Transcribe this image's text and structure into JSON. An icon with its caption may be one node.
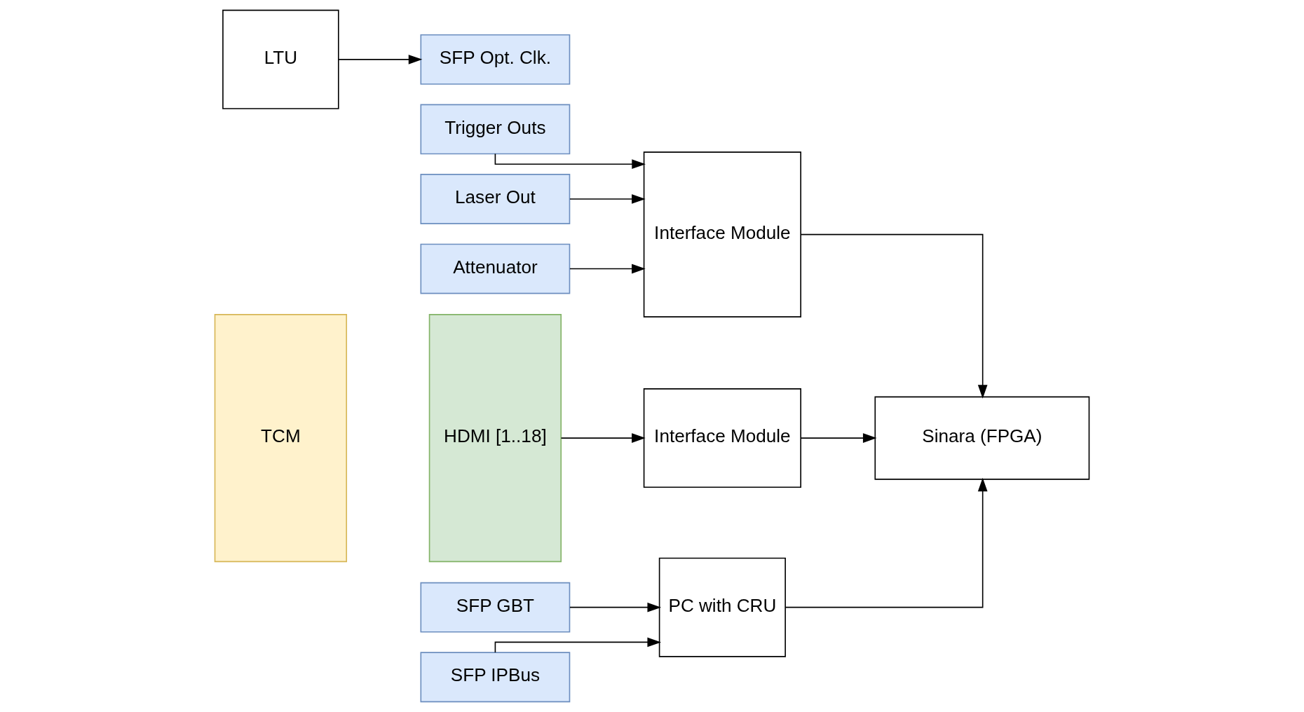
{
  "diagram": {
    "nodes": [
      {
        "text": [
          "PC with CRU"
        ]
      },
      {
        "text": [
          "LTU"
        ]
      },
      {
        "text": [
          "Interface Module"
        ]
      },
      {
        "text": [
          "SFP GBT"
        ]
      },
      {
        "text": [
          "SFP IPBus"
        ]
      },
      {
        "text": [
          "SFP Opt. Clk."
        ]
      },
      {
        "text": [
          "Trigger Outs"
        ]
      },
      {
        "text": [
          "Laser Out"
        ]
      },
      {
        "text": [
          "Attenuator"
        ]
      },
      {
        "text": [
          "TCM"
        ]
      },
      {
        "text": [
          "HDMI [1..18]"
        ]
      },
      {
        "text": [
          "Interface Module"
        ]
      },
      {
        "text": [
          "Sinara (FPGA)"
        ]
      }
    ],
    "edges": [
      {
        "from": 3,
        "to": 0,
        "arrow": "to"
      },
      {
        "from": 4,
        "to": 0,
        "arrow": "to"
      },
      {
        "from": 1,
        "to": 5,
        "arrow": "to"
      },
      {
        "from": 6,
        "to": 2,
        "arrow": "to"
      },
      {
        "from": 7,
        "to": 2,
        "arrow": "to"
      },
      {
        "from": 8,
        "to": 2,
        "arrow": "to"
      },
      {
        "from": 10,
        "to": 11,
        "arrow": "to"
      },
      {
        "from": 2,
        "to": 12,
        "arrow": "to"
      },
      {
        "from": 11,
        "to": 12,
        "arrow": "to"
      },
      {
        "from": 0,
        "to": 12,
        "arrow": "to"
      }
    ]
  }
}
